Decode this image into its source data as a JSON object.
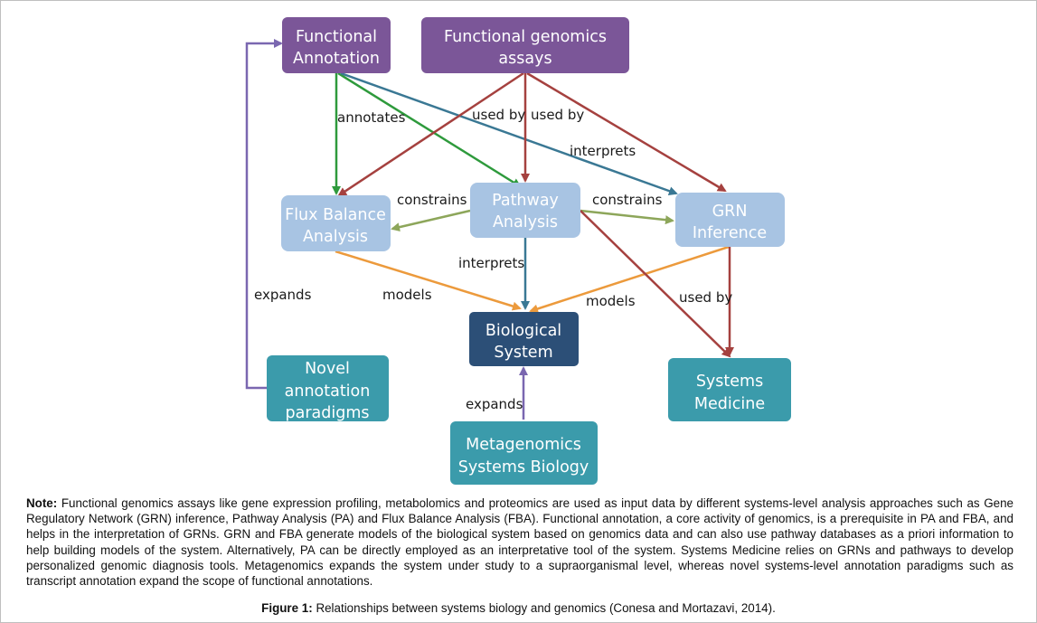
{
  "nodes": {
    "functional_annotation": {
      "lines": [
        "Functional",
        "Annotation"
      ]
    },
    "functional_genomics_assays": {
      "lines": [
        "Functional genomics",
        "assays"
      ]
    },
    "flux_balance_analysis": {
      "lines": [
        "Flux Balance",
        "Analysis"
      ]
    },
    "pathway_analysis": {
      "lines": [
        "Pathway",
        "Analysis"
      ]
    },
    "grn_inference": {
      "lines": [
        "GRN",
        "Inference"
      ]
    },
    "biological_system": {
      "lines": [
        "Biological",
        "System"
      ]
    },
    "novel_annotation_paradigms": {
      "lines": [
        "Novel",
        "annotation",
        "paradigms"
      ]
    },
    "systems_medicine": {
      "lines": [
        "Systems",
        "Medicine"
      ]
    },
    "metagenomics_systems_biology": {
      "lines": [
        "Metagenomics",
        "Systems Biology"
      ]
    }
  },
  "edge_labels": {
    "annotates": "annotates",
    "used_by_left": "used by",
    "used_by_right": "used by",
    "interprets_top": "interprets",
    "constrains_left": "constrains",
    "constrains_right": "constrains",
    "interprets_mid": "interprets",
    "models_left": "models",
    "models_right": "models",
    "used_by_grn": "used by",
    "expands_left": "expands",
    "expands_bottom": "expands"
  },
  "colors": {
    "purple": "#7b5698",
    "light_blue": "#a8c4e3",
    "dark_blue": "#2c4f77",
    "teal": "#3b9bab",
    "green": "#2e9a3c",
    "dark_red": "#a5413f",
    "steel_blue": "#3a7894",
    "olive": "#8da65a",
    "orange": "#ec9a3c",
    "lavender": "#7a67b0"
  },
  "note": {
    "label": "Note:",
    "text": " Functional genomics assays like gene expression profiling, metabolomics and proteomics are used as input data by different systems-level analysis approaches such as Gene Regulatory Network (GRN) inference, Pathway Analysis (PA) and Flux Balance Analysis (FBA). Functional annotation, a core activity of genomics, is a prerequisite in PA and FBA, and helps in the interpretation of GRNs. GRN and FBA generate models of the biological system based on genomics data and can also use pathway databases as a priori information to help building models of the system. Alternatively, PA can be directly employed as an interpretative tool of the system. Systems Medicine relies on GRNs and pathways to develop personalized genomic diagnosis tools. Metagenomics expands the system under study to a supraorganismal level, whereas novel systems-level annotation paradigms such as transcript annotation expand the scope of functional annotations."
  },
  "caption": {
    "label": "Figure 1:",
    "text": " Relationships between systems biology and genomics (Conesa and Mortazavi, 2014)."
  }
}
